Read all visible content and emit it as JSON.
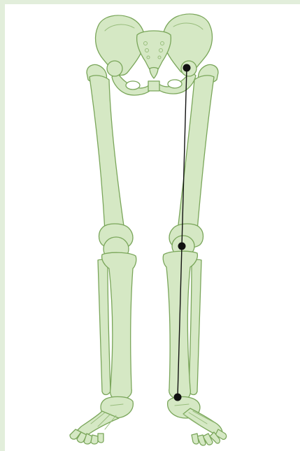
{
  "figure": {
    "subject": "lower-limb-skeleton-anterior-view",
    "mechanical_axis": {
      "points": [
        "hip-joint-center",
        "knee-joint-center",
        "ankle-joint-center"
      ]
    },
    "colors": {
      "frame_border": "#e2eedb",
      "background": "#ffffff",
      "bone_fill": "#d5e8c4",
      "bone_stroke": "#7aa65a",
      "bone_detail": "#98bd7c",
      "axis_line": "#111111",
      "axis_point": "#111111"
    }
  }
}
